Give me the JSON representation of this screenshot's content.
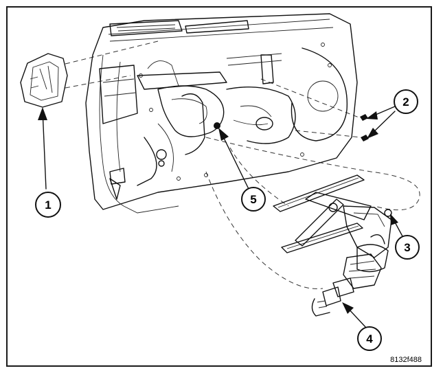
{
  "callouts": [
    {
      "number": "1"
    },
    {
      "number": "2"
    },
    {
      "number": "3"
    },
    {
      "number": "4"
    },
    {
      "number": "5"
    }
  ],
  "figure_id": "8132f488",
  "colors": {
    "ink": "#111111",
    "background": "#ffffff"
  }
}
